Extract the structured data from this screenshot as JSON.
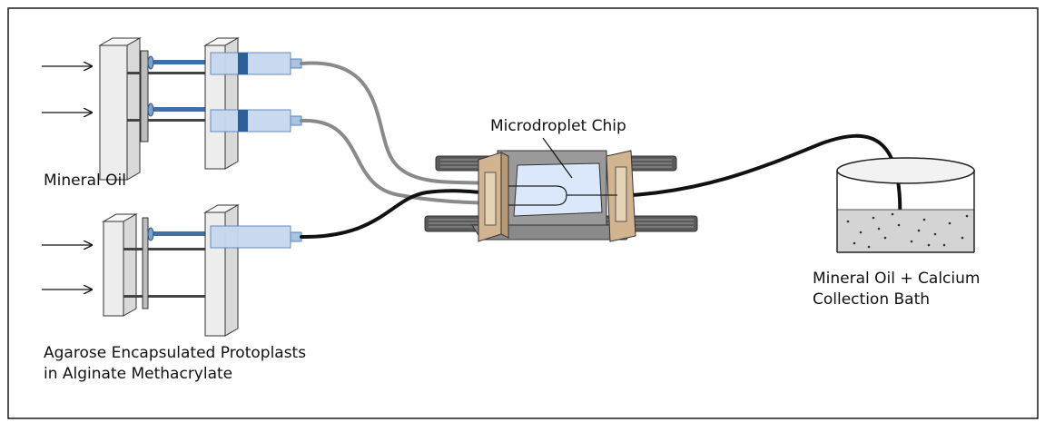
{
  "labels": {
    "mineral_oil": "Mineral Oil",
    "agarose_line1": "Agarose Encapsulated Protoplasts",
    "agarose_line2": "in Alginate Methacrylate",
    "chip": "Microdroplet Chip",
    "bath_line1": "Mineral Oil + Calcium",
    "bath_line2": "Collection Bath"
  },
  "colors": {
    "frame": "#1a1a1a",
    "pump_block": "#ededed",
    "syringe_fluid": "#c7d8ef",
    "plunger": "#3f6fa6",
    "grey_tube": "#8a8a8a",
    "black_tube": "#111111",
    "clamp_tan": "#d2b590",
    "clamp_grey": "#9a9a9a",
    "chip_glass": "#dbe8fb",
    "bath_fill": "#d4d4d4"
  },
  "icons": [
    "arrow-icon",
    "syringe-pump-icon",
    "syringe-icon",
    "chip-clamp-icon",
    "collection-beaker-icon"
  ]
}
